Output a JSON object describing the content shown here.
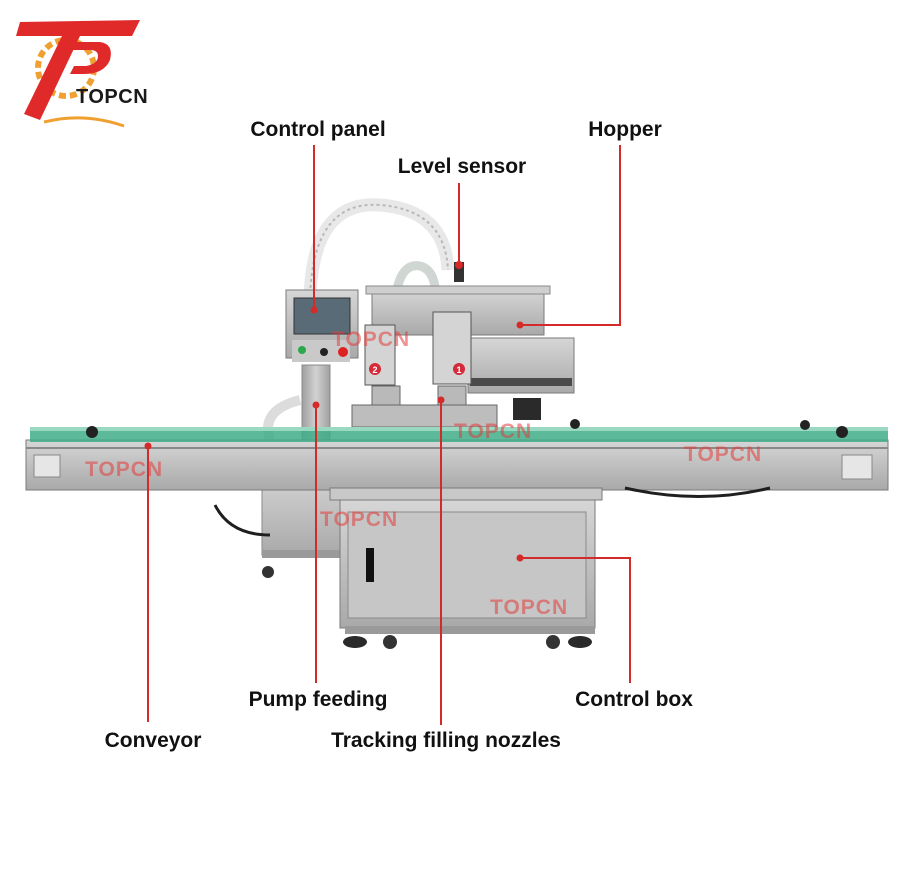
{
  "brand": {
    "name": "TOPCN",
    "accent_color": "#e02a2a",
    "orange_color": "#f0a030"
  },
  "watermark": "TOPCN",
  "nozzle_numbers": [
    "2",
    "1"
  ],
  "labels": {
    "control_panel": "Control panel",
    "hopper": "Hopper",
    "level_sensor": "Level sensor",
    "pump_feeding": "Pump feeding",
    "control_box": "Control box",
    "conveyor": "Conveyor",
    "tracking_nozzles": "Tracking filling nozzles"
  },
  "colors": {
    "callout_line": "#d42a2a",
    "machine_steel": "#bdbdbd",
    "conveyor_belt": "#3fae8a",
    "text": "#111111"
  }
}
